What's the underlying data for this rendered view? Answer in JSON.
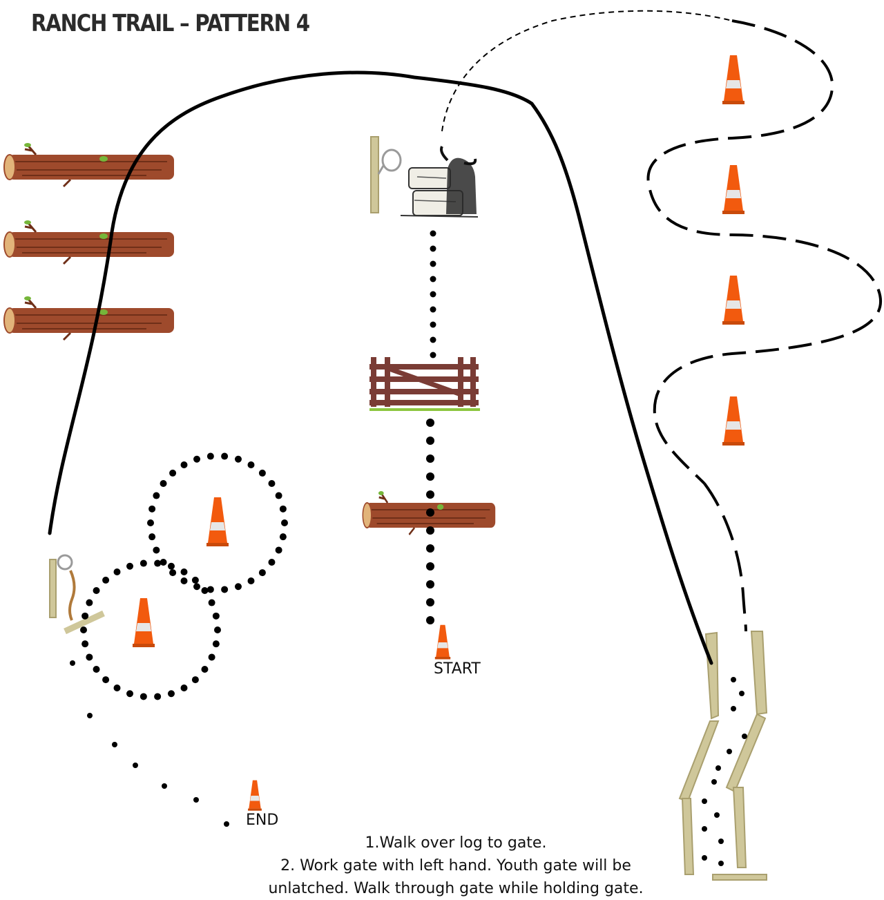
{
  "title": "RANCH TRAIL – PATTERN 4",
  "labels": {
    "start": "START",
    "end": "END"
  },
  "instructions": [
    "1.Walk over log to gate.",
    "2. Work gate with left hand. Youth gate will be",
    "unlatched. Walk through gate while holding gate."
  ],
  "colors": {
    "log_bark": "#9e4a2c",
    "log_end": "#e2b47a",
    "leaf": "#76b63a",
    "cone_orange": "#f25a0e",
    "cone_stripe": "#e6e6e6",
    "gate_wood": "#7a3c35",
    "grass": "#8cc63f",
    "post": "#cfc79a",
    "path_black": "#000000",
    "path_gray": "#5a5a5a"
  },
  "icons": [
    "log-icon",
    "traffic-cone-icon",
    "gate-icon",
    "post-rope-icon",
    "hay-bale-cow-icon",
    "bridge-rails-icon"
  ]
}
